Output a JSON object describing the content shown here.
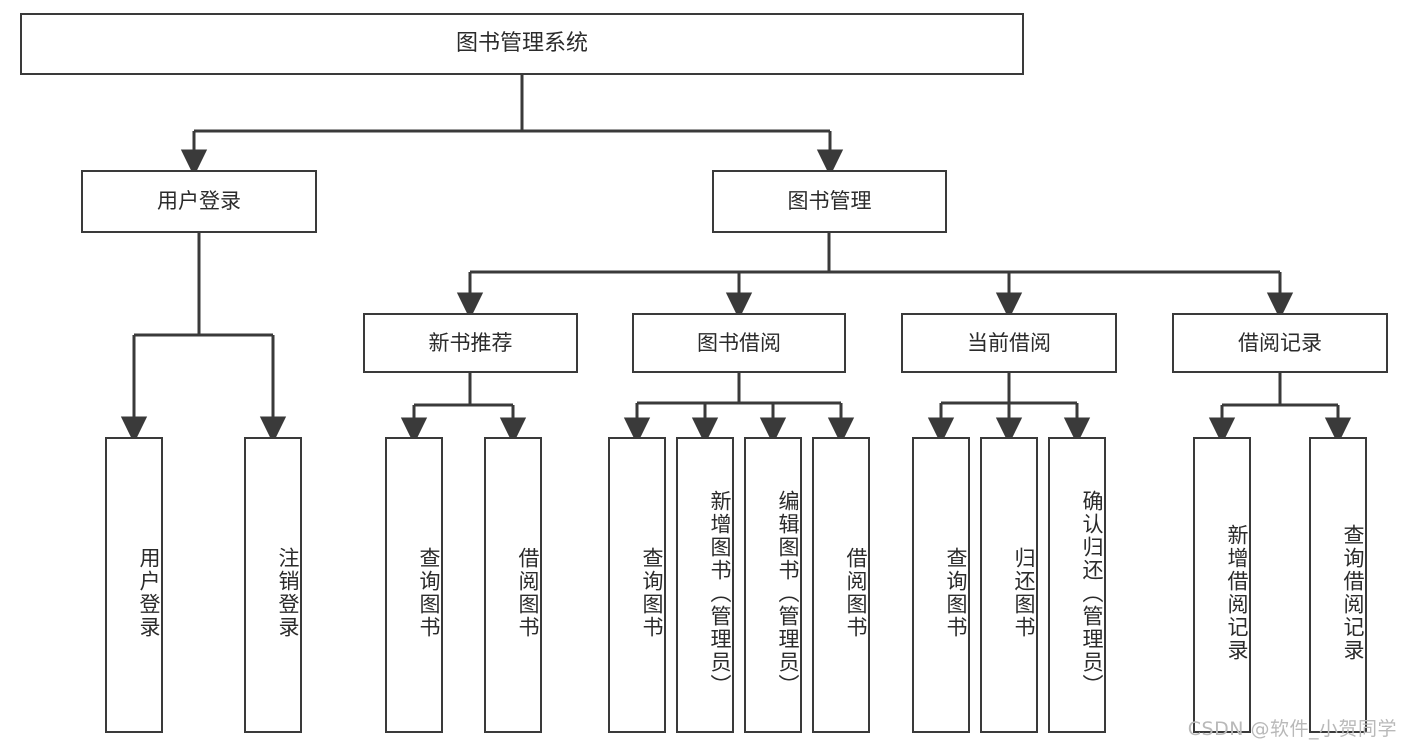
{
  "diagram": {
    "title": "图书管理系统",
    "type": "hierarchy-tree",
    "levels": 4,
    "root": {
      "label": "图书管理系统"
    },
    "level2": [
      {
        "label": "用户登录"
      },
      {
        "label": "图书管理"
      }
    ],
    "level3": [
      {
        "label": "新书推荐"
      },
      {
        "label": "图书借阅"
      },
      {
        "label": "当前借阅"
      },
      {
        "label": "借阅记录"
      }
    ],
    "leaves": {
      "user_login": [
        {
          "label": "用户登录"
        },
        {
          "label": "注销登录"
        }
      ],
      "new_book_recommend": [
        {
          "label": "查询图书"
        },
        {
          "label": "借阅图书"
        }
      ],
      "book_borrow": [
        {
          "label": "查询图书"
        },
        {
          "label": "新增图书（管理员）"
        },
        {
          "label": "编辑图书（管理员）"
        },
        {
          "label": "借阅图书"
        }
      ],
      "current_borrow": [
        {
          "label": "查询图书"
        },
        {
          "label": "归还图书"
        },
        {
          "label": "确认归还（管理员）"
        }
      ],
      "borrow_record": [
        {
          "label": "新增借阅记录"
        },
        {
          "label": "查询借阅记录"
        }
      ]
    }
  },
  "watermark": {
    "text": "CSDN @软件_小贺同学"
  },
  "colors": {
    "stroke": "#3a3a3a",
    "fill": "#ffffff",
    "text": "#2b2b2b",
    "watermark": "#b9b9b9"
  }
}
